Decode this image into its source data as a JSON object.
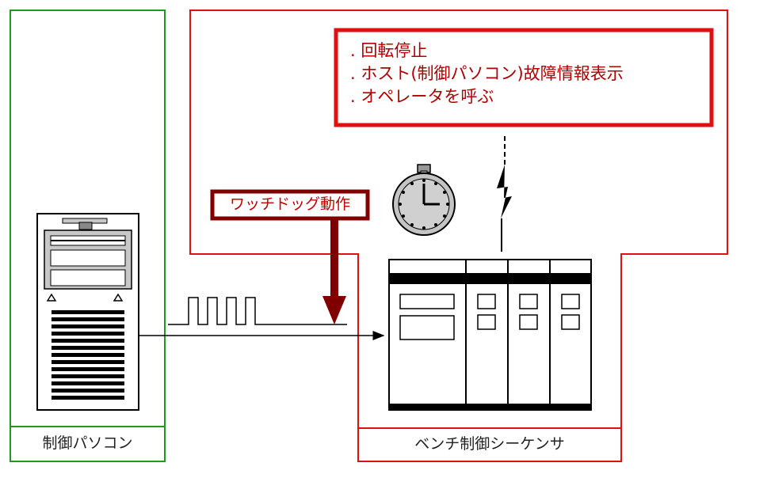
{
  "pc_label": "制御パソコン",
  "sequencer_label": "ベンチ制御シーケンサ",
  "watchdog_label": "ワッチドッグ動作",
  "alert_items": [
    "回転停止",
    "ホスト(制御パソコン)故障情報表示",
    "オペレータを呼ぶ"
  ],
  "colors": {
    "pc_frame": "#1e9b1e",
    "sequencer_frame": "#e01010",
    "alert_text": "#b10000",
    "watchdog": "#800000"
  },
  "icons": [
    "pc-tower-icon",
    "stopwatch-icon",
    "lightning-icon",
    "sequencer-rack-icon",
    "pulse-signal-icon"
  ]
}
